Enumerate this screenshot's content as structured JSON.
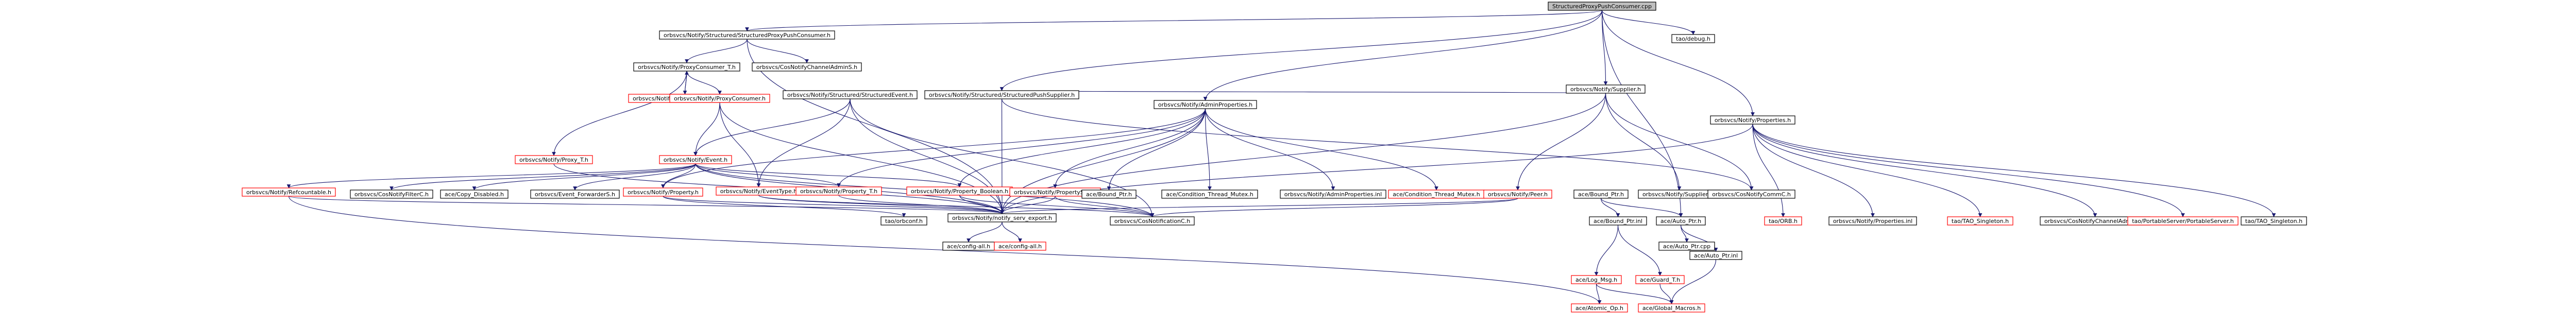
{
  "diagram": {
    "root": "StructuredProxyPushConsumer.cpp",
    "nodes": [
      {
        "id": "root",
        "label": "StructuredProxyPushConsumer.cpp",
        "kind": "root"
      },
      {
        "id": "spcH",
        "label": "orbsvcs/Notify/Structured/StructuredProxyPushConsumer.h",
        "kind": "normal"
      },
      {
        "id": "tsdbg",
        "label": "tao/debug.h",
        "kind": "normal"
      },
      {
        "id": "pc7h",
        "label": "orbsvcs/Notify/ProxyConsumer_T.h",
        "kind": "normal"
      },
      {
        "id": "cna",
        "label": "orbsvcs/CosNotifyChannelAdminS.h",
        "kind": "normal"
      },
      {
        "id": "pc7cpp",
        "label": "orbsvcs/Notify/ProxyConsumer_T.cpp",
        "kind": "red"
      },
      {
        "id": "pch",
        "label": "orbsvcs/Notify/ProxyConsumer.h",
        "kind": "red"
      },
      {
        "id": "p7h",
        "label": "orbsvcs/Notify/Proxy_T.h",
        "kind": "red"
      },
      {
        "id": "seH",
        "label": "orbsvcs/Notify/Structured/StructuredEvent.h",
        "kind": "normal"
      },
      {
        "id": "spsH",
        "label": "orbsvcs/Notify/Structured/StructuredPushSupplier.h",
        "kind": "normal"
      },
      {
        "id": "evH",
        "label": "orbsvcs/Notify/Event.h",
        "kind": "red"
      },
      {
        "id": "apH",
        "label": "orbsvcs/Notify/AdminProperties.h",
        "kind": "normal"
      },
      {
        "id": "supH",
        "label": "orbsvcs/Notify/Supplier.h",
        "kind": "normal"
      },
      {
        "id": "ppH",
        "label": "orbsvcs/Notify/Properties.h",
        "kind": "normal"
      },
      {
        "id": "refH",
        "label": "orbsvcs/Notify/Refcountable.h",
        "kind": "red"
      },
      {
        "id": "cnfH",
        "label": "orbsvcs/CosNotifyFilterC.h",
        "kind": "normal"
      },
      {
        "id": "acdH",
        "label": "ace/Copy_Disabled.h",
        "kind": "normal"
      },
      {
        "id": "efH",
        "label": "orbsvcs/Event_ForwarderS.h",
        "kind": "normal"
      },
      {
        "id": "propH",
        "label": "orbsvcs/Notify/Property.h",
        "kind": "red"
      },
      {
        "id": "etH",
        "label": "orbsvcs/Notify/EventType.h",
        "kind": "red"
      },
      {
        "id": "prop7H",
        "label": "orbsvcs/Notify/Property_T.h",
        "kind": "red"
      },
      {
        "id": "pbH",
        "label": "orbsvcs/Notify/Property_Boolean.h",
        "kind": "red"
      },
      {
        "id": "psH",
        "label": "orbsvcs/Notify/PropertySeq.h",
        "kind": "red"
      },
      {
        "id": "bpH",
        "label": "ace/Bound_Ptr.h",
        "kind": "normal"
      },
      {
        "id": "ctmH",
        "label": "ace/Condition_Thread_Mutex.h",
        "kind": "normal"
      },
      {
        "id": "apinl",
        "label": "orbsvcs/Notify/AdminProperties.inl",
        "kind": "normal"
      },
      {
        "id": "actmH",
        "label": "ace/Condition_Thread_Mutex.h",
        "kind": "red"
      },
      {
        "id": "peerH",
        "label": "orbsvcs/Notify/Peer.h",
        "kind": "red"
      },
      {
        "id": "bp2H",
        "label": "ace/Bound_Ptr.h",
        "kind": "normal"
      },
      {
        "id": "supinl",
        "label": "orbsvcs/Notify/Supplier.inl",
        "kind": "normal"
      },
      {
        "id": "cncH",
        "label": "orbsvcs/CosNotifyCommC.h",
        "kind": "normal"
      },
      {
        "id": "nseH",
        "label": "orbsvcs/Notify/notify_serv_export.h",
        "kind": "normal"
      },
      {
        "id": "tsconf",
        "label": "tao/orbconf.h",
        "kind": "normal"
      },
      {
        "id": "cnc2H",
        "label": "orbsvcs/CosNotificationC.h",
        "kind": "normal"
      },
      {
        "id": "bpinl",
        "label": "ace/Bound_Ptr.inl",
        "kind": "normal"
      },
      {
        "id": "aptrH",
        "label": "ace/Auto_Ptr.h",
        "kind": "normal"
      },
      {
        "id": "orbH",
        "label": "tao/ORB.h",
        "kind": "red"
      },
      {
        "id": "ppinl",
        "label": "orbsvcs/Notify/Properties.inl",
        "kind": "normal"
      },
      {
        "id": "tsH",
        "label": "tao/TAO_Singleton.h",
        "kind": "red"
      },
      {
        "id": "cnaC",
        "label": "orbsvcs/CosNotifyChannelAdminC.h",
        "kind": "normal"
      },
      {
        "id": "psvH",
        "label": "tao/PortableServer/PortableServer.h",
        "kind": "red"
      },
      {
        "id": "ts2H",
        "label": "tao/TAO_Singleton.h",
        "kind": "normal"
      },
      {
        "id": "acfg",
        "label": "ace/config-all.h",
        "kind": "normal"
      },
      {
        "id": "acfg2",
        "label": "ace/config-all.h",
        "kind": "red"
      },
      {
        "id": "aptrCpp",
        "label": "ace/Auto_Ptr.cpp",
        "kind": "normal"
      },
      {
        "id": "aptrInl",
        "label": "ace/Auto_Ptr.inl",
        "kind": "normal"
      },
      {
        "id": "logH",
        "label": "ace/Log_Msg.h",
        "kind": "red"
      },
      {
        "id": "guardH",
        "label": "ace/Guard_T.h",
        "kind": "red"
      },
      {
        "id": "aopH",
        "label": "ace/Atomic_Op.h",
        "kind": "red"
      },
      {
        "id": "gmH",
        "label": "ace/Global_Macros.h",
        "kind": "red"
      }
    ]
  }
}
